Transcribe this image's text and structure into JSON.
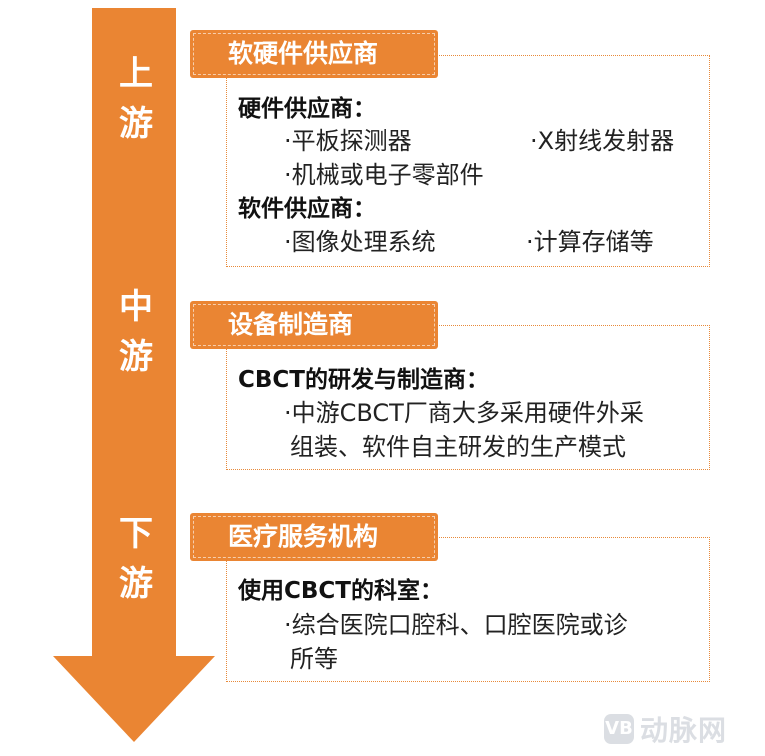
{
  "stages": [
    {
      "chars": [
        "上",
        "游"
      ]
    },
    {
      "chars": [
        "中",
        "游"
      ]
    },
    {
      "chars": [
        "下",
        "游"
      ]
    }
  ],
  "upstream": {
    "tag": "软硬件供应商",
    "hardware_head": "硬件供应商：",
    "hardware_items": [
      "·平板探测器",
      "·X射线发射器",
      "·机械或电子零部件"
    ],
    "software_head": "软件供应商：",
    "software_items": [
      "·图像处理系统",
      "·计算存储等"
    ]
  },
  "midstream": {
    "tag": "设备制造商",
    "head": "CBCT的研发与制造商：",
    "lines": [
      "·中游CBCT厂商大多采用硬件外采",
      "组装、软件自主研发的生产模式"
    ]
  },
  "downstream": {
    "tag": "医疗服务机构",
    "head": "使用CBCT的科室：",
    "lines": [
      "·综合医院口腔科、口腔医院或诊",
      "所等"
    ]
  },
  "watermark": {
    "mark": "VB",
    "text": "动脉网"
  },
  "colors": {
    "accent": "#ea8533",
    "border": "#e88a3a"
  }
}
